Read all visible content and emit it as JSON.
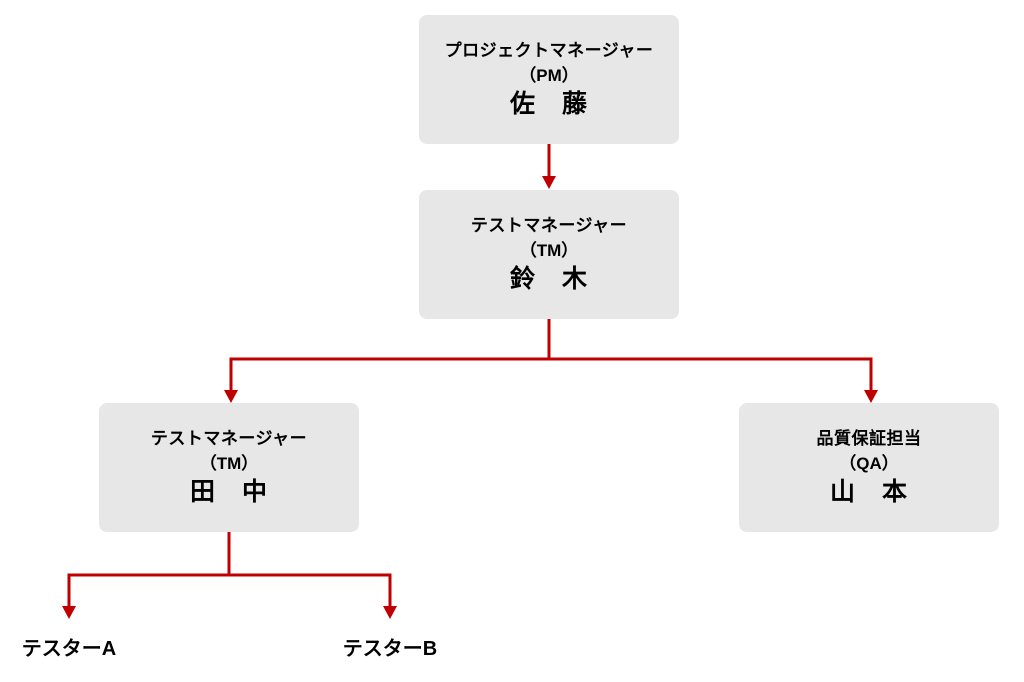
{
  "diagram": {
    "colors": {
      "connector": "#c00000",
      "node_fill": "#e7e7e7",
      "text": "#000000",
      "background": "#ffffff"
    },
    "nodes": [
      {
        "id": "pm",
        "role": "プロジェクトマネージャー",
        "abbr": "（PM）",
        "name": "佐　藤"
      },
      {
        "id": "tm-suzuki",
        "role": "テストマネージャー",
        "abbr": "（TM）",
        "name": "鈴　木"
      },
      {
        "id": "tm-tanaka",
        "role": "テストマネージャー",
        "abbr": "（TM）",
        "name": "田　中"
      },
      {
        "id": "qa-yamamoto",
        "role": "品質保証担当",
        "abbr": "（QA）",
        "name": "山　本"
      }
    ],
    "leaves": [
      {
        "id": "tester-a",
        "label": "テスターA"
      },
      {
        "id": "tester-b",
        "label": "テスターB"
      }
    ]
  }
}
